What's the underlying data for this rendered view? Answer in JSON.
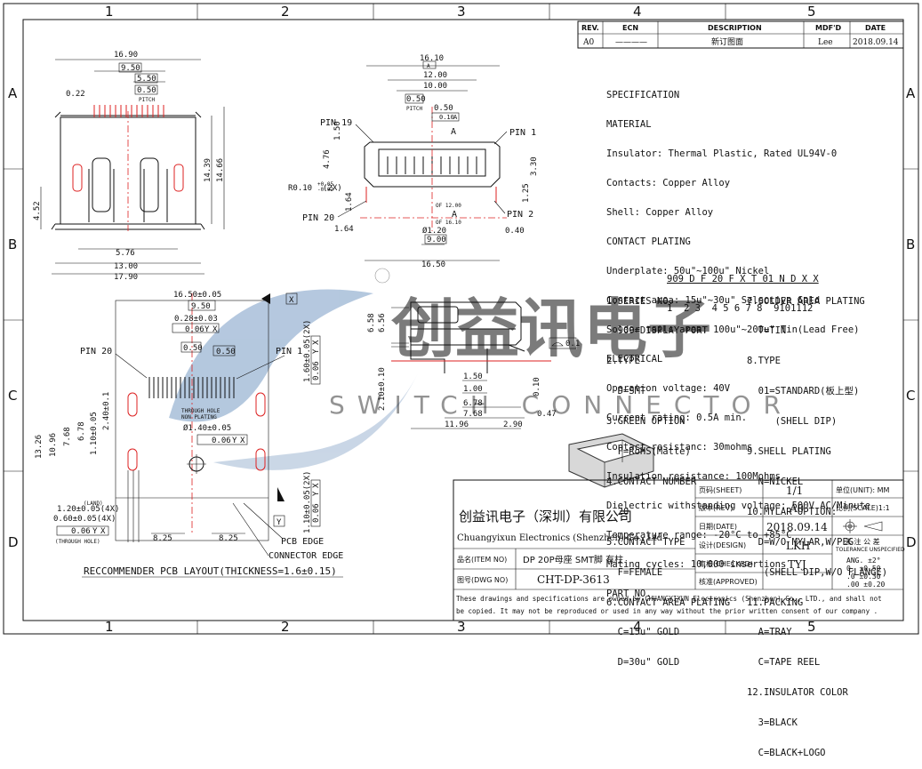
{
  "grid": {
    "cols": [
      "1",
      "2",
      "3",
      "4",
      "5"
    ],
    "rows": [
      "A",
      "B",
      "C",
      "D"
    ]
  },
  "rev_table": {
    "headers": [
      "REV.",
      "ECN",
      "DESCRIPTION",
      "MDF'D",
      "DATE"
    ],
    "row": [
      "A0",
      "————",
      "新订图面",
      "Lee",
      "2018.09.14"
    ]
  },
  "spec": [
    "SPECIFICATION",
    "MATERIAL",
    "Insulator: Thermal Plastic, Rated UL94V-0",
    "Contacts: Copper Alloy",
    "Shell: Copper Alloy",
    "CONTACT PLATING",
    "Underplate: 50u\"~100u\" Nickel",
    "Contact area: 15u\"~30u\" Selective Gold",
    "Solder tails area: 100u\"~200u\" Tin(Lead Free)",
    "ELECTRICAL",
    "Operation voltage: 40V",
    "Current rating: 0.5A min.",
    "Contact resistanc: 30mohms",
    "Insulation resistance: 100Mohms",
    "Dielectric withstanding voltage: 500V AC/Minute",
    "Temperature range: -20°C to +85°C",
    "Mating cycles: 10,000 insertions",
    "PART NO."
  ],
  "part_no": {
    "code": "909 D F 20 F X T 01 N D X X",
    "index": "1  2 3  4 5 6 7 8  9101112"
  },
  "options_left": [
    "1.SERIES NO.",
    "  909=DISPLAY PORT",
    "2.TYPE",
    "  D=SMT",
    "3.GREEN OPTION",
    "  F=RoHS(Matte)",
    "4.CONTACT NUMBER",
    "  20",
    "5.CONTACT TYPE",
    "  F=FEMALE",
    "6.CONTACT AREA PLATING",
    "  C=15u\" GOLD",
    "  D=30u\" GOLD"
  ],
  "options_right": [
    "7.SOLDER AREA PLATING",
    "  T=TIN",
    "8.TYPE",
    "  01=STANDARD(板上型)",
    "     (SHELL DIP)",
    "9.SHELL PLATING",
    "  N=NICKEL",
    "10.MYLAR OPTION:",
    "  D=W/O MYLAR,W/PEG",
    "   (SHELL DIP,W/O FLANGE)",
    "11.PACKING",
    "  A=TRAY",
    "  C=TAPE REEL",
    "12.INSULATOR COLOR",
    "  3=BLACK",
    "  C=BLACK+LOGO"
  ],
  "title_block": {
    "company_cn": "创益讯电子（深圳）有限公司",
    "company_en": "Chuangyixun Electronics (Shenzhen) Co., Ltd",
    "sheet_label": "页码(SHEET)",
    "sheet": "1/1",
    "rev_label": "版本(REV)",
    "rev": "A0",
    "date_label": "日期(DATE)",
    "date": "2018.09.14",
    "design_label": "设计(DESIGN)",
    "design": "LKH",
    "checked_label": "审核(CHECKED)",
    "checked": "TYJ",
    "approved_label": "核准(APPROVED)",
    "approved": "",
    "item_label": "品名(ITEM NO)",
    "item": "DP 20P母座 SMT脚 有柱",
    "dwg_label": "图号(DWG NO)",
    "dwg": "CHT-DP-3613",
    "unit_label": "单位(UNIT): MM",
    "scale_label": "比例(SCALE)1:1",
    "tol_cn": "未 注 公 差",
    "tol_en": "TOLERANCE UNSPECIFIED",
    "tol_ang": "ANG.  ±2°",
    "tol_0": "0.   ±0.50",
    "tol_1": ".0   ±0.30",
    "tol_2": ".00  ±0.20",
    "notice1": "These drawings and specifications are owned by CHUANGYIXUN Electronics (Shenzhen) Co., LTD., and shall not",
    "notice2": "be copied. It may not be reproduced or used in any way without the prior written consent of our company ."
  },
  "top_left_dims": [
    "16.90",
    "9.50",
    "5.50",
    "0.50",
    "PITCH",
    "0.22",
    "14.39",
    "14.66",
    "4.52",
    "5.76",
    "13.00",
    "17.90"
  ],
  "front_dims": [
    "16.10",
    "A",
    "12.00",
    "10.00",
    "0.50",
    "PITCH",
    "0.50",
    "0.10",
    "A",
    "1.50",
    "4.76",
    "3.30",
    "R0.10",
    "+0.05",
    "-0.02",
    "(2X)",
    "1.64",
    "1.25",
    "OF 12.00",
    "A",
    "OF 16.10",
    "1.64",
    "Ø1.20",
    "0.40",
    "9.00",
    "16.50"
  ],
  "front_labels": [
    "PIN 19",
    "PIN 1",
    "PIN 20",
    "PIN 2",
    "A"
  ],
  "side_dims": [
    "6.58",
    "6.56",
    "1.50",
    "1.00",
    "6.78",
    "7.68",
    "11.96",
    "2.90",
    "2.10±0.10",
    "0.10",
    "0.47",
    "0.1"
  ],
  "pcb": {
    "dims": [
      "16.50±0.05",
      "9.50",
      "0.28±0.03",
      "0.06",
      "Y",
      "X",
      "0.50",
      "0.50",
      "1.60±0.05(2X)",
      "0.06",
      "Y",
      "X",
      "Ø1.40±0.05",
      "0.06",
      "Y",
      "X",
      "1.10±0.05(2X)",
      "0.06",
      "Y",
      "X",
      "13.26",
      "10.96",
      "7.68",
      "6.78",
      "1.10±0.05",
      "2.40±0.1",
      "1.20±0.05(4X)",
      "0.60±0.05(4X)",
      "0.06",
      "Y",
      "X",
      "(LAND)",
      "(THROUGH HOLE)",
      "8.25",
      "8.25"
    ],
    "labels": [
      "PIN 20",
      "PIN 1",
      "THROUGH HOLE",
      "NON PLATING",
      "PCB EDGE",
      "CONNECTOR EDGE",
      "X",
      "Y"
    ],
    "caption": "RECCOMMENDER PCB LAYOUT(THICKNESS=1.6±0.15)"
  },
  "watermark": {
    "cn": "创益讯电子",
    "en": "SWITCH CONNECTOR"
  }
}
